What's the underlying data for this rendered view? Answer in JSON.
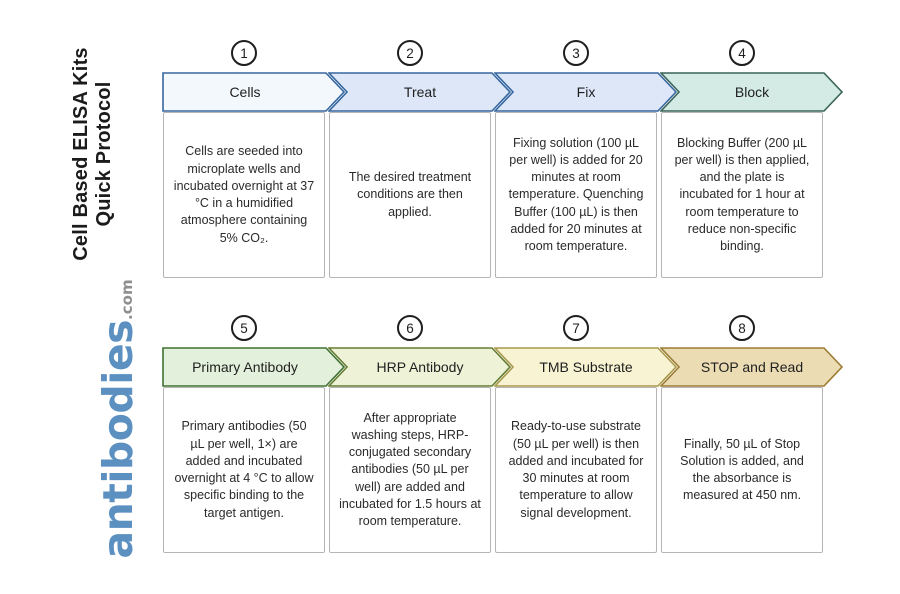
{
  "sidebar": {
    "title_line1": "Cell Based ELISA Kits",
    "title_line2": "Quick Protocol",
    "logo_main": "antibodies",
    "logo_suffix": ".com",
    "logo_color": "#5b90c1",
    "logo_suffix_color": "#8f8f8f"
  },
  "steps": [
    {
      "number": "1",
      "label": "Cells",
      "fill": "#f3f8fc",
      "border": "#36679f",
      "description": "Cells are seeded into microplate wells and incubated overnight at 37 °C in a humidified atmosphere containing 5% CO₂."
    },
    {
      "number": "2",
      "label": "Treat",
      "fill": "#dde7f8",
      "border": "#36679f",
      "description": "The desired treatment conditions are then applied."
    },
    {
      "number": "3",
      "label": "Fix",
      "fill": "#dde7f8",
      "border": "#36679f",
      "description": "Fixing solution (100 µL per well) is added for 20 minutes at room temperature. Quenching Buffer (100 µL) is then added for 20 minutes at room temperature."
    },
    {
      "number": "4",
      "label": "Block",
      "fill": "#d3ebe4",
      "border": "#3a6457",
      "description": "Blocking Buffer (200 µL per well) is then applied, and the plate is incubated for 1 hour at room temperature to reduce non-specific binding."
    },
    {
      "number": "5",
      "label": "Primary Antibody",
      "fill": "#e3f0dc",
      "border": "#3f7231",
      "description": "Primary antibodies (50 µL per well, 1×) are added and incubated overnight at 4 °C to allow specific binding to the target antigen."
    },
    {
      "number": "6",
      "label": "HRP Antibody",
      "fill": "#eef3d8",
      "border": "#667d33",
      "description": "After appropriate washing steps, HRP-conjugated secondary antibodies (50 µL per well) are added and incubated for 1.5 hours at room temperature."
    },
    {
      "number": "7",
      "label": "TMB Substrate",
      "fill": "#f7f3d3",
      "border": "#a89a4a",
      "description": "Ready-to-use substrate (50 µL per well) is then added and incubated for 30 minutes at room temperature to allow signal development."
    },
    {
      "number": "8",
      "label": "STOP and Read",
      "fill": "#ecdcb4",
      "border": "#9c7c33",
      "description": "Finally, 50 µL of Stop Solution is added, and the absorbance is measured at 450 nm."
    }
  ]
}
